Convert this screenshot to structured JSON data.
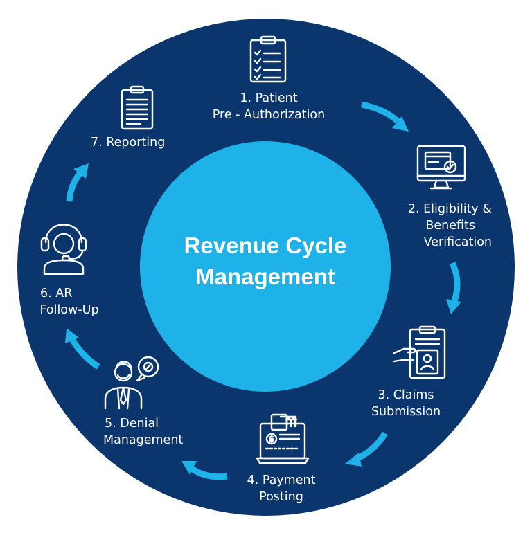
{
  "colors": {
    "outer_ring": "#0b366d",
    "center_circle": "#1fb2e8",
    "arrow": "#1fb2e8",
    "text": "#ffffff",
    "icon_stroke": "#ffffff"
  },
  "center": {
    "title_line1": "Revenue Cycle",
    "title_line2": "Management"
  },
  "steps": [
    {
      "number": "1",
      "label_line1": "1. Patient",
      "label_line2": "Pre - Authorization",
      "icon": "clipboard-checklist-icon"
    },
    {
      "number": "2",
      "label_line1": "2. Eligibility &",
      "label_line2": "Benefits",
      "label_line3": "Verification",
      "icon": "monitor-card-check-icon"
    },
    {
      "number": "3",
      "label_line1": "3. Claims",
      "label_line2": "Submission",
      "icon": "hand-id-clipboard-icon"
    },
    {
      "number": "4",
      "label_line1": "4. Payment",
      "label_line2": "Posting",
      "icon": "laptop-payment-icon"
    },
    {
      "number": "5",
      "label_line1": "5. Denial",
      "label_line2": "Management",
      "icon": "agent-denied-icon"
    },
    {
      "number": "6",
      "label_line1": "6. AR",
      "label_line2": "Follow-Up",
      "icon": "headset-agent-icon"
    },
    {
      "number": "7",
      "label_line1": "7. Reporting",
      "icon": "report-clipboard-icon"
    }
  ]
}
